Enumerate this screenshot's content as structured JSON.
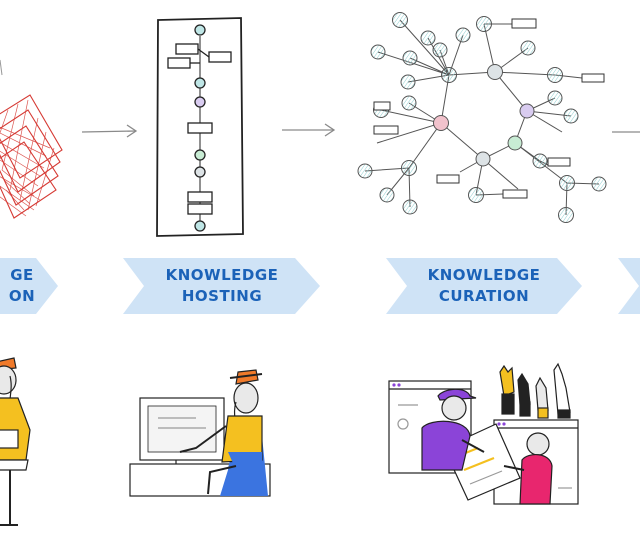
{
  "stages": [
    {
      "id": "collection",
      "line1": "GE",
      "line2": "ON"
    },
    {
      "id": "hosting",
      "line1": "KNOWLEDGE",
      "line2": "HOSTING"
    },
    {
      "id": "curation",
      "line1": "KNOWLEDGE",
      "line2": "CURATION"
    },
    {
      "id": "next",
      "line1": "",
      "line2": ""
    }
  ],
  "colors": {
    "banner": "#cfe3f6",
    "label_text": "#1b62b8",
    "sketch_red": "#d63a34",
    "node_fill": "#bfe6e6",
    "node_pink": "#f2c2cc",
    "node_lilac": "#d9ccf0",
    "node_mint": "#c8ecd4",
    "node_grey": "#dde3e6",
    "orange_hat": "#f07a2a",
    "yellow_shirt": "#f4c020",
    "blue_chair": "#3b74e0",
    "purple_shirt": "#8b44d8",
    "pink_shirt": "#e8266e"
  },
  "icons": [
    "right-arrow-icon",
    "layers-sketch-icon",
    "flowchart-sketch-icon",
    "network-graph-icon"
  ]
}
